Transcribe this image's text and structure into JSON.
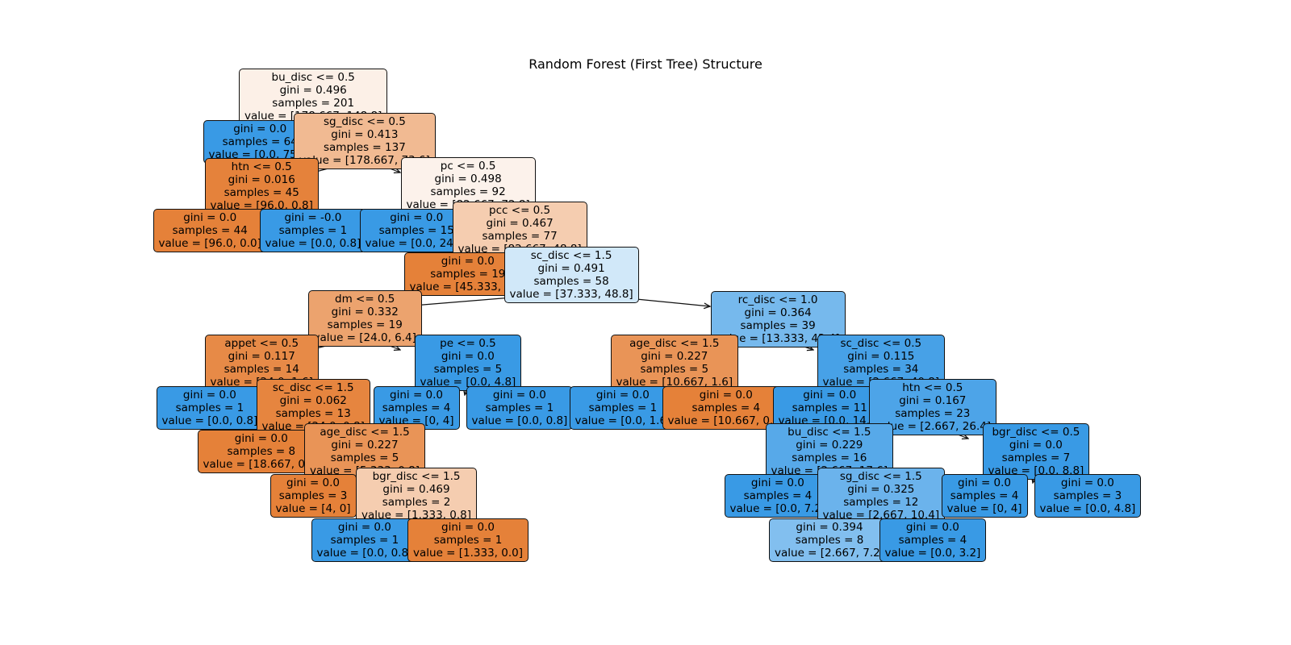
{
  "title": "Random Forest (First Tree) Structure",
  "colors": {
    "orange": [
      229,
      129,
      57
    ],
    "blue": [
      57,
      154,
      229
    ]
  },
  "nodes": [
    {
      "id": "n0",
      "lines": [
        "bu_disc <= 0.5",
        "gini = 0.496",
        "samples = 201",
        "value = [178.667, 148.8]"
      ],
      "cls": "orange",
      "alpha": 0.12
    },
    {
      "id": "n1",
      "lines": [
        "gini = 0.0",
        "samples = 64",
        "value = [0.0, 75.2]"
      ],
      "cls": "blue",
      "alpha": 1.0
    },
    {
      "id": "n2",
      "lines": [
        "sg_disc <= 0.5",
        "gini = 0.413",
        "samples = 137",
        "value = [178.667, 73.6]"
      ],
      "cls": "orange",
      "alpha": 0.55
    },
    {
      "id": "n3",
      "lines": [
        "htn <= 0.5",
        "gini = 0.016",
        "samples = 45",
        "value = [96.0, 0.8]"
      ],
      "cls": "orange",
      "alpha": 0.99
    },
    {
      "id": "n4",
      "lines": [
        "pc <= 0.5",
        "gini = 0.498",
        "samples = 92",
        "value = [82.667, 72.8]"
      ],
      "cls": "orange",
      "alpha": 0.1
    },
    {
      "id": "n5",
      "lines": [
        "gini = 0.0",
        "samples = 44",
        "value = [96.0, 0.0]"
      ],
      "cls": "orange",
      "alpha": 1.0
    },
    {
      "id": "n6",
      "lines": [
        "gini = -0.0",
        "samples = 1",
        "value = [0.0, 0.8]"
      ],
      "cls": "blue",
      "alpha": 1.0
    },
    {
      "id": "n7",
      "lines": [
        "gini = 0.0",
        "samples = 15",
        "value = [0.0, 24.0]"
      ],
      "cls": "blue",
      "alpha": 1.0
    },
    {
      "id": "n8",
      "lines": [
        "pcc <= 0.5",
        "gini = 0.467",
        "samples = 77",
        "value = [82.667, 48.8]"
      ],
      "cls": "orange",
      "alpha": 0.4
    },
    {
      "id": "n9",
      "lines": [
        "gini = 0.0",
        "samples = 19",
        "value = [45.333, 0.0]"
      ],
      "cls": "orange",
      "alpha": 1.0
    },
    {
      "id": "n10",
      "lines": [
        "sc_disc <= 1.5",
        "gini = 0.491",
        "samples = 58",
        "value = [37.333, 48.8]"
      ],
      "cls": "blue",
      "alpha": 0.23
    },
    {
      "id": "n11",
      "lines": [
        "dm <= 0.5",
        "gini = 0.332",
        "samples = 19",
        "value = [24.0, 6.4]"
      ],
      "cls": "orange",
      "alpha": 0.73
    },
    {
      "id": "n12",
      "lines": [
        "rc_disc <= 1.0",
        "gini = 0.364",
        "samples = 39",
        "value = [13.333, 42.4]"
      ],
      "cls": "blue",
      "alpha": 0.69
    },
    {
      "id": "n13",
      "lines": [
        "appet <= 0.5",
        "gini = 0.117",
        "samples = 14",
        "value = [24.0, 1.6]"
      ],
      "cls": "orange",
      "alpha": 0.93
    },
    {
      "id": "n14",
      "lines": [
        "pe <= 0.5",
        "gini = 0.0",
        "samples = 5",
        "value = [0.0, 4.8]"
      ],
      "cls": "blue",
      "alpha": 1.0
    },
    {
      "id": "n15",
      "lines": [
        "age_disc <= 1.5",
        "gini = 0.227",
        "samples = 5",
        "value = [10.667, 1.6]"
      ],
      "cls": "orange",
      "alpha": 0.85
    },
    {
      "id": "n16",
      "lines": [
        "sc_disc <= 0.5",
        "gini = 0.115",
        "samples = 34",
        "value = [2.667, 40.8]"
      ],
      "cls": "blue",
      "alpha": 0.93
    },
    {
      "id": "n17",
      "lines": [
        "gini = 0.0",
        "samples = 1",
        "value = [0.0, 0.8]"
      ],
      "cls": "blue",
      "alpha": 1.0
    },
    {
      "id": "n18",
      "lines": [
        "sc_disc <= 1.5",
        "gini = 0.062",
        "samples = 13",
        "value = [24.0, 0.8]"
      ],
      "cls": "orange",
      "alpha": 0.97
    },
    {
      "id": "n19",
      "lines": [
        "gini = 0.0",
        "samples = 4",
        "value = [0, 4]"
      ],
      "cls": "blue",
      "alpha": 1.0
    },
    {
      "id": "n20",
      "lines": [
        "gini = 0.0",
        "samples = 1",
        "value = [0.0, 0.8]"
      ],
      "cls": "blue",
      "alpha": 1.0
    },
    {
      "id": "n21",
      "lines": [
        "gini = 0.0",
        "samples = 1",
        "value = [0.0, 1.6]"
      ],
      "cls": "blue",
      "alpha": 1.0
    },
    {
      "id": "n22",
      "lines": [
        "gini = 0.0",
        "samples = 4",
        "value = [10.667, 0.0]"
      ],
      "cls": "orange",
      "alpha": 1.0
    },
    {
      "id": "n23",
      "lines": [
        "gini = 0.0",
        "samples = 11",
        "value = [0.0, 14.4]"
      ],
      "cls": "blue",
      "alpha": 1.0
    },
    {
      "id": "n24",
      "lines": [
        "htn <= 0.5",
        "gini = 0.167",
        "samples = 23",
        "value = [2.667, 26.4]"
      ],
      "cls": "blue",
      "alpha": 0.9
    },
    {
      "id": "n25",
      "lines": [
        "gini = 0.0",
        "samples = 8",
        "value = [18.667, 0.0]"
      ],
      "cls": "orange",
      "alpha": 1.0
    },
    {
      "id": "n26",
      "lines": [
        "age_disc <= 1.5",
        "gini = 0.227",
        "samples = 5",
        "value = [5.333, 0.8]"
      ],
      "cls": "orange",
      "alpha": 0.85
    },
    {
      "id": "n27",
      "lines": [
        "bu_disc <= 1.5",
        "gini = 0.229",
        "samples = 16",
        "value = [2.667, 17.6]"
      ],
      "cls": "blue",
      "alpha": 0.85
    },
    {
      "id": "n28",
      "lines": [
        "bgr_disc <= 0.5",
        "gini = 0.0",
        "samples = 7",
        "value = [0.0, 8.8]"
      ],
      "cls": "blue",
      "alpha": 1.0
    },
    {
      "id": "n29",
      "lines": [
        "gini = 0.0",
        "samples = 3",
        "value = [4, 0]"
      ],
      "cls": "orange",
      "alpha": 1.0
    },
    {
      "id": "n30",
      "lines": [
        "bgr_disc <= 1.5",
        "gini = 0.469",
        "samples = 2",
        "value = [1.333, 0.8]"
      ],
      "cls": "orange",
      "alpha": 0.4
    },
    {
      "id": "n31",
      "lines": [
        "gini = 0.0",
        "samples = 4",
        "value = [0.0, 7.2]"
      ],
      "cls": "blue",
      "alpha": 1.0
    },
    {
      "id": "n32",
      "lines": [
        "sg_disc <= 1.5",
        "gini = 0.325",
        "samples = 12",
        "value = [2.667, 10.4]"
      ],
      "cls": "blue",
      "alpha": 0.75
    },
    {
      "id": "n33",
      "lines": [
        "gini = 0.0",
        "samples = 4",
        "value = [0, 4]"
      ],
      "cls": "blue",
      "alpha": 1.0
    },
    {
      "id": "n34",
      "lines": [
        "gini = 0.0",
        "samples = 3",
        "value = [0.0, 4.8]"
      ],
      "cls": "blue",
      "alpha": 1.0
    },
    {
      "id": "n35",
      "lines": [
        "gini = 0.0",
        "samples = 1",
        "value = [0.0, 0.8]"
      ],
      "cls": "blue",
      "alpha": 1.0
    },
    {
      "id": "n36",
      "lines": [
        "gini = 0.0",
        "samples = 1",
        "value = [1.333, 0.0]"
      ],
      "cls": "orange",
      "alpha": 1.0
    },
    {
      "id": "n37",
      "lines": [
        "gini = 0.394",
        "samples = 8",
        "value = [2.667, 7.2]"
      ],
      "cls": "blue",
      "alpha": 0.63
    },
    {
      "id": "n38",
      "lines": [
        "gini = 0.0",
        "samples = 4",
        "value = [0.0, 3.2]"
      ],
      "cls": "blue",
      "alpha": 1.0
    }
  ],
  "edges": [
    [
      "n0",
      "n1"
    ],
    [
      "n0",
      "n2"
    ],
    [
      "n2",
      "n3"
    ],
    [
      "n2",
      "n4"
    ],
    [
      "n3",
      "n5"
    ],
    [
      "n3",
      "n6"
    ],
    [
      "n4",
      "n7"
    ],
    [
      "n4",
      "n8"
    ],
    [
      "n8",
      "n9"
    ],
    [
      "n8",
      "n10"
    ],
    [
      "n10",
      "n11"
    ],
    [
      "n10",
      "n12"
    ],
    [
      "n11",
      "n13"
    ],
    [
      "n11",
      "n14"
    ],
    [
      "n12",
      "n15"
    ],
    [
      "n12",
      "n16"
    ],
    [
      "n13",
      "n17"
    ],
    [
      "n13",
      "n18"
    ],
    [
      "n14",
      "n19"
    ],
    [
      "n14",
      "n20"
    ],
    [
      "n15",
      "n21"
    ],
    [
      "n15",
      "n22"
    ],
    [
      "n16",
      "n23"
    ],
    [
      "n16",
      "n24"
    ],
    [
      "n18",
      "n25"
    ],
    [
      "n18",
      "n26"
    ],
    [
      "n24",
      "n27"
    ],
    [
      "n24",
      "n28"
    ],
    [
      "n26",
      "n29"
    ],
    [
      "n26",
      "n30"
    ],
    [
      "n27",
      "n31"
    ],
    [
      "n27",
      "n32"
    ],
    [
      "n28",
      "n33"
    ],
    [
      "n28",
      "n34"
    ],
    [
      "n30",
      "n35"
    ],
    [
      "n30",
      "n36"
    ],
    [
      "n32",
      "n37"
    ],
    [
      "n32",
      "n38"
    ]
  ]
}
